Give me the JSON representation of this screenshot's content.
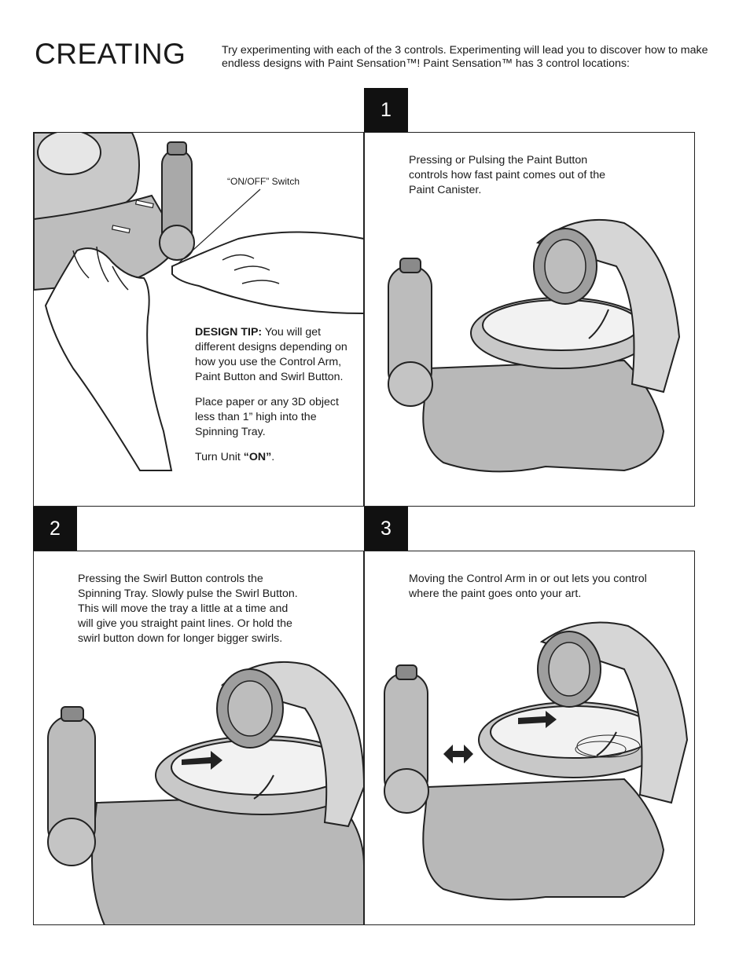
{
  "header": {
    "title": "CREATING",
    "intro": "Try experimenting with each of the 3 controls. Experimenting will lead you to discover how to make endless designs with Paint Sensation™! Paint Sensation™ has 3 control locations:"
  },
  "panel_tip": {
    "switch_label": "“ON/OFF” Switch",
    "tip_bold": "DESIGN TIP:",
    "tip_text": " You will get different designs depending on how you use the Control Arm, Paint Button and Swirl Button.",
    "place_text": "Place paper or any 3D object less than 1” high into the Spinning Tray.",
    "turn_prefix": "Turn Unit ",
    "turn_bold": "“ON”",
    "turn_suffix": "."
  },
  "step1": {
    "number": "1",
    "text": "Pressing or Pulsing the Paint Button controls how fast paint comes out of the Paint Canister."
  },
  "step2": {
    "number": "2",
    "text": "Pressing the Swirl Button controls the Spinning Tray. Slowly pulse the Swirl Button. This will move the tray a little at a time and will give you straight paint lines. Or hold the swirl button down for longer bigger swirls."
  },
  "step3": {
    "number": "3",
    "text": "Moving the Control Arm in or out lets you control where the paint goes onto your art."
  }
}
